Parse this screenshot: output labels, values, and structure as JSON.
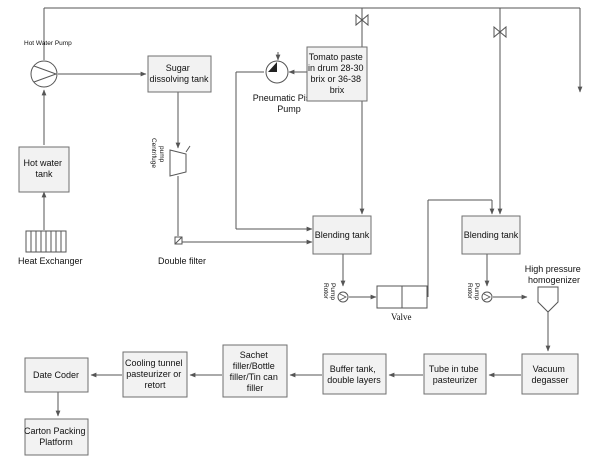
{
  "diagram": {
    "labels": {
      "hot_water_pump": "Hot Water Pump",
      "sugar_tank": [
        "Sugar",
        "dissolving tank"
      ],
      "tomato_paste": [
        "Tomato paste",
        "in drum 28-30",
        "brix or 36-38",
        "brix"
      ],
      "pneumatic_pump": [
        "Pneumatic Piston",
        "Pump"
      ],
      "centrifuge_pump": [
        "Centrifuge",
        "pump"
      ],
      "hot_water_tank": [
        "Hot water",
        "tank"
      ],
      "heat_exchanger": "Heat Exchanger",
      "double_filter": "Double filter",
      "blending_tank_1": "Blending tank",
      "blending_tank_2": "Blending tank",
      "rotor_pump_1": [
        "Rotor",
        "Pump"
      ],
      "rotor_pump_2": [
        "Rotor",
        "Pump"
      ],
      "valve": "Valve",
      "homogenizer": [
        "High pressure",
        "homogenizer"
      ],
      "vacuum_degasser": [
        "Vacuum",
        "degasser"
      ],
      "tube_pasteurizer": [
        "Tube in tube",
        "pasteurizer"
      ],
      "buffer_tank": [
        "Buffer tank,",
        "double layers"
      ],
      "filler": [
        "Sachet",
        "filler/Bottle",
        "filler/Tin can",
        "filler"
      ],
      "cooling_tunnel": [
        "Cooling tunnel",
        "pasteurizer or",
        "retort"
      ],
      "date_coder": "Date Coder",
      "carton_packing": [
        "Carton Packing",
        "Platform"
      ]
    },
    "colors": {
      "box_fill": "#f2f2f2",
      "box_stroke": "#6f6f6f",
      "line": "#555555"
    }
  }
}
